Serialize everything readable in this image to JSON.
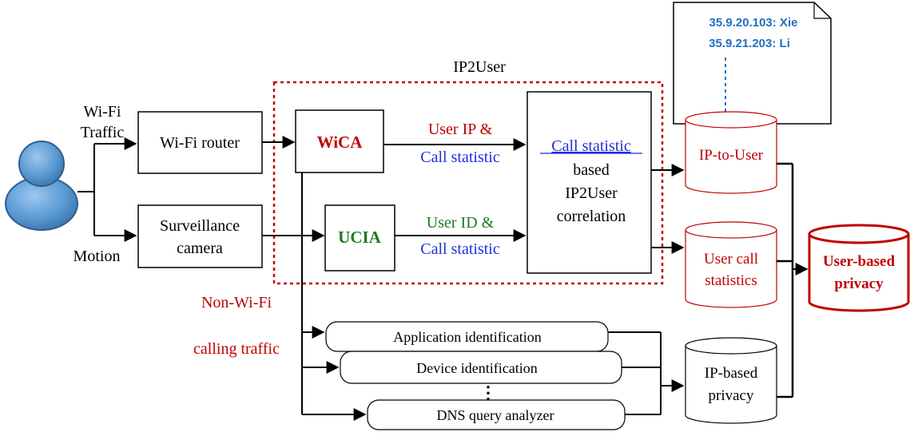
{
  "title": "IP2User",
  "inputs": {
    "wifi_traffic": [
      "Wi-Fi",
      "Traffic"
    ],
    "motion": "Motion"
  },
  "boxes": {
    "wifi_router": "Wi-Fi router",
    "surveillance_camera": [
      "Surveillance",
      "camera"
    ],
    "wica": "WiCA",
    "ucia": "UCIA",
    "correlation": {
      "link": "Call statistic",
      "lines": [
        "based",
        "IP2User",
        "correlation"
      ]
    }
  },
  "edge_labels": {
    "wica_out": {
      "part1": "User IP &",
      "part2": "Call statistic"
    },
    "ucia_out": {
      "part1": "User ID &",
      "part2": "Call statistic"
    }
  },
  "stores": {
    "ip_to_user": "IP-to-User",
    "user_call_stats": [
      "User call",
      "statistics"
    ],
    "user_privacy": [
      "User-based",
      "privacy"
    ],
    "ip_privacy": [
      "IP-based",
      "privacy"
    ]
  },
  "non_wifi": {
    "label": [
      "Non-Wi-Fi",
      "calling traffic"
    ],
    "modules": [
      "Application identification",
      "Device identification",
      "DNS query analyzer"
    ],
    "ellipsis": "⋮"
  },
  "doc": {
    "entries": [
      "35.9.20.103: Xie",
      "35.9.21.203: Li"
    ],
    "more": "⋮"
  },
  "colors": {
    "red": "#c00000",
    "green": "#1e7b1e",
    "blue": "#1f2fdc",
    "doc_blue": "#1f70c1",
    "user_fill": "#5b9bd5",
    "user_dark": "#2e5f8f"
  }
}
